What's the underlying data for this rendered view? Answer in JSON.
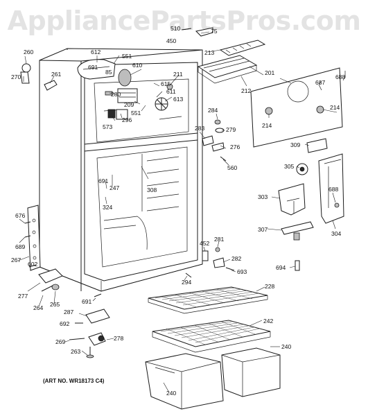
{
  "watermark": "AppliancePartsPros.com",
  "art_note": "(ART NO. WR18173 C4)",
  "callouts": {
    "c201": "201",
    "c209": "209",
    "c211": "211",
    "c212": "212",
    "c213": "213",
    "c214a": "214",
    "c214b": "214",
    "c228": "228",
    "c240a": "240",
    "c240b": "240",
    "c242": "242",
    "c247": "247",
    "c260": "260",
    "c261": "261",
    "c263": "263",
    "c264": "264",
    "c265": "265",
    "c267": "267",
    "c269": "269",
    "c270": "270",
    "c276": "276",
    "c277": "277",
    "c278": "278",
    "c279": "279",
    "c280": "280",
    "c281": "281",
    "c282": "282",
    "c283": "283",
    "c284": "284",
    "c287": "287",
    "c294": "294",
    "c296": "296",
    "c303": "303",
    "c304": "304",
    "c305": "305",
    "c307": "307",
    "c308": "308",
    "c309": "309",
    "c324": "324",
    "c450": "450",
    "c452": "452",
    "c510": "510",
    "c551a": "551",
    "c551b": "551",
    "c560": "560",
    "c573": "573",
    "c602": "602",
    "c610": "610",
    "c611": "611",
    "c612": "612",
    "c613": "613",
    "c615": "615",
    "c676": "676",
    "c687": "687",
    "c688a": "688",
    "c688b": "688",
    "c689": "689",
    "c691a": "691",
    "c691b": "691",
    "c691c": "691",
    "c692": "692",
    "c693": "693",
    "c694": "694",
    "c75": "75",
    "c85": "85"
  }
}
